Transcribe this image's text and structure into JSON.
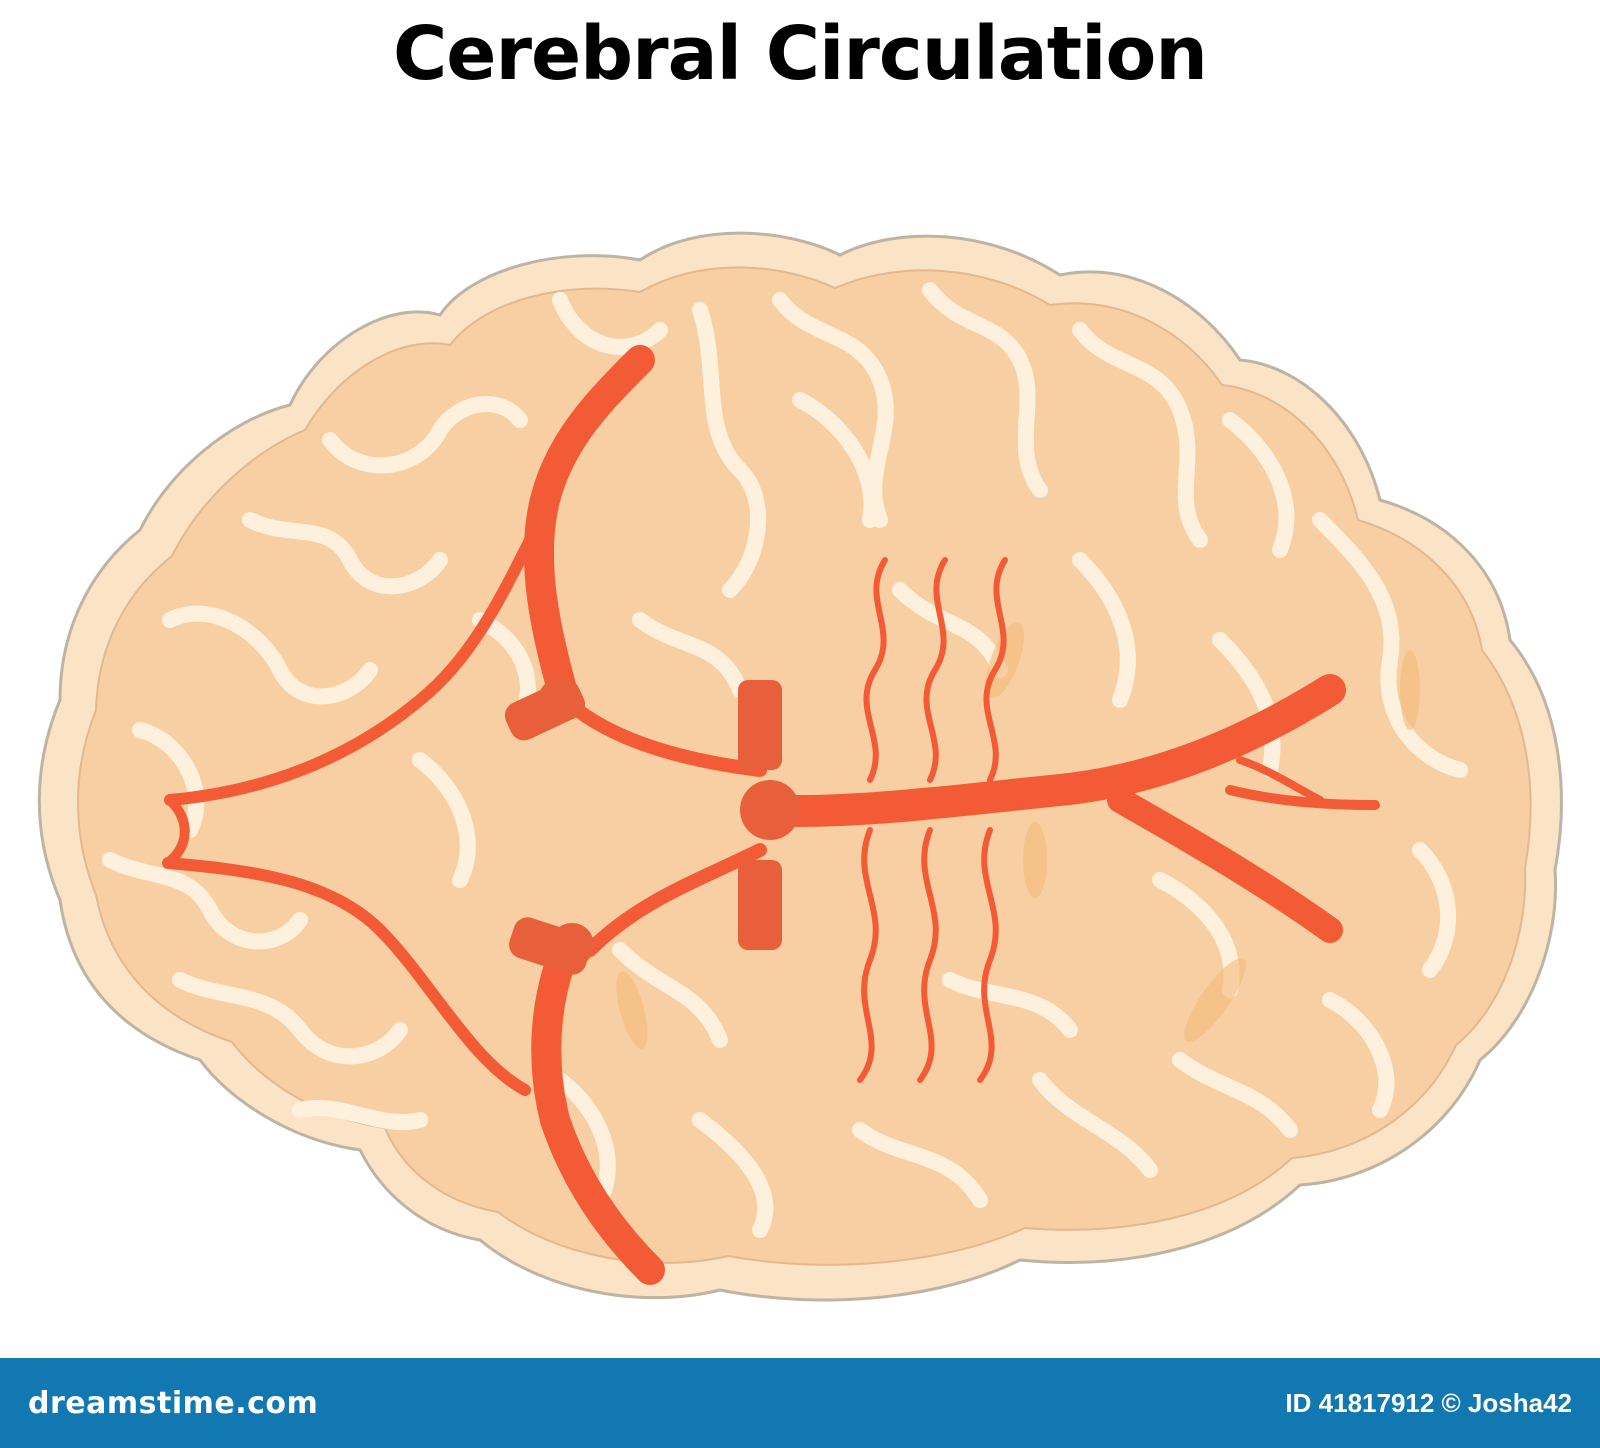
{
  "title": "Cerebral Circulation",
  "footer": {
    "brand": "dreamstime.com",
    "image_id": "ID 41817912 © Josha42"
  },
  "colors": {
    "outline_fill": "#fbe3c6",
    "gyrus_fill": "#f8cfa3",
    "sulcus_stroke": "#fdf0dd",
    "artery": "#f25b36",
    "artery_shadow": "#e8603b",
    "footer_bar": "#1278b2"
  }
}
